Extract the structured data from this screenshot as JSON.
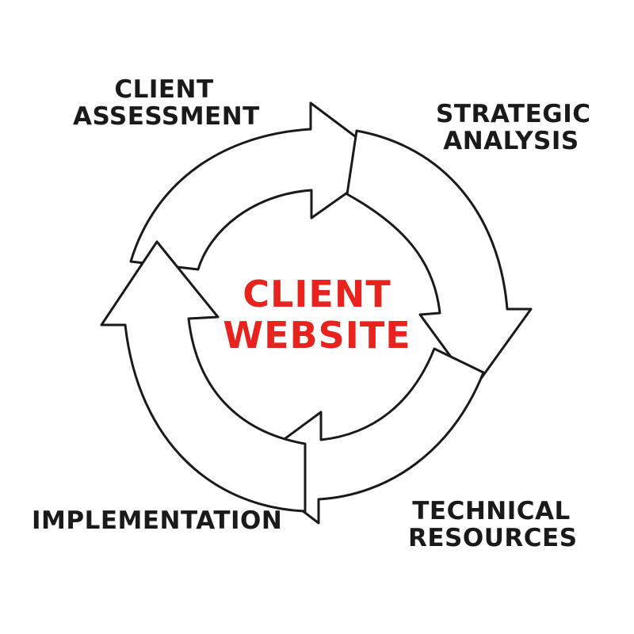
{
  "center": {
    "line1": "CLIENT",
    "line2": "WEBSITE",
    "color": "#e8231e"
  },
  "stages": {
    "client_assessment": {
      "line1": "CLIENT",
      "line2": "ASSESSMENT"
    },
    "strategic_analysis": {
      "line1": "STRATEGIC",
      "line2": "ANALYSIS"
    },
    "technical_resources": {
      "line1": "TECHNICAL",
      "line2": "RESOURCES"
    },
    "implementation": {
      "line1": "IMPLEMENTATION"
    }
  },
  "colors": {
    "ink": "#1a1a1a",
    "background": "#ffffff"
  }
}
